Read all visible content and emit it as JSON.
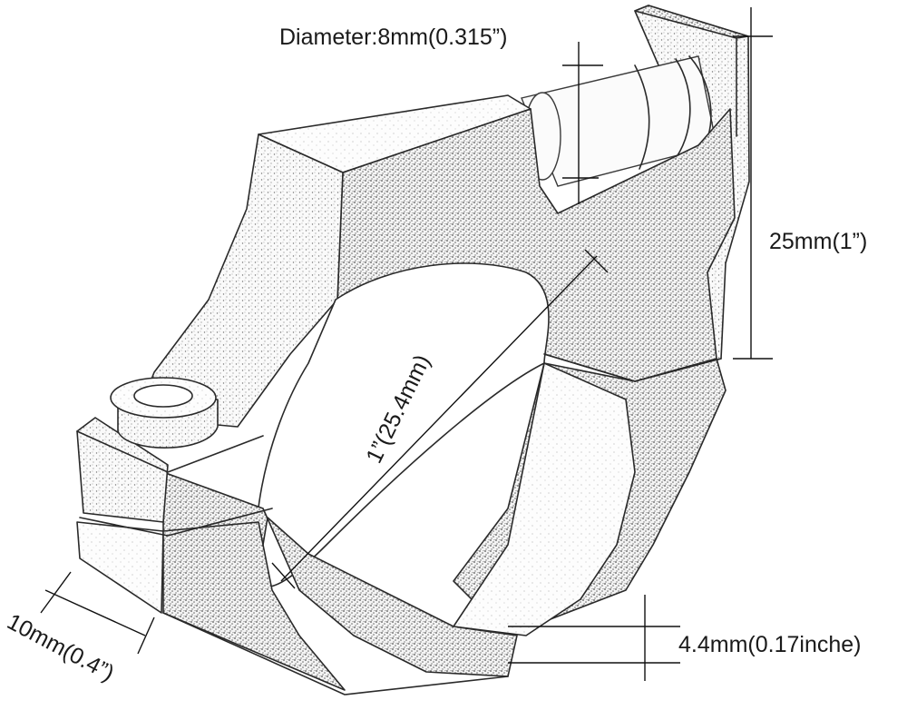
{
  "labels": {
    "diameter": "Diameter:8mm(0.315”)",
    "height": "25mm(1”)",
    "bore": "1”(25.4mm)",
    "width": "10mm(0.4”)",
    "gap": "4.4mm(0.17inche)"
  }
}
